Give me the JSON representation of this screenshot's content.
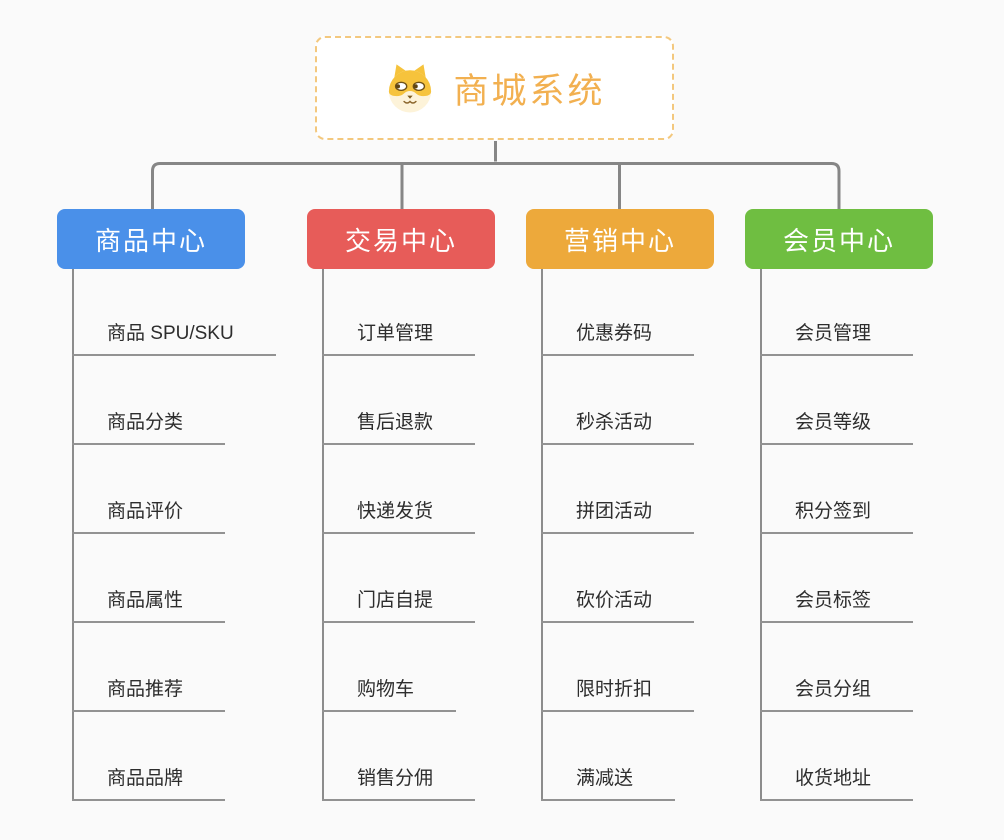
{
  "root": {
    "title": "商城系统",
    "icon": "dog-face-icon"
  },
  "branches": [
    {
      "label": "商品中心",
      "color": "#4a90e9",
      "children": [
        "商品 SPU/SKU",
        "商品分类",
        "商品评价",
        "商品属性",
        "商品推荐",
        "商品品牌"
      ]
    },
    {
      "label": "交易中心",
      "color": "#e75c59",
      "children": [
        "订单管理",
        "售后退款",
        "快递发货",
        "门店自提",
        "购物车",
        "销售分佣"
      ]
    },
    {
      "label": "营销中心",
      "color": "#eda93b",
      "children": [
        "优惠券码",
        "秒杀活动",
        "拼团活动",
        "砍价活动",
        "限时折扣",
        "满减送"
      ]
    },
    {
      "label": "会员中心",
      "color": "#6fbe41",
      "children": [
        "会员管理",
        "会员等级",
        "积分签到",
        "会员标签",
        "会员分组",
        "收货地址"
      ]
    }
  ],
  "palette": {
    "background": "#fafafa",
    "connector_line": "#868686",
    "leaf_underline": "#929292",
    "leaf_text": "#2d2d2d",
    "root_border": "#f3c87e",
    "root_text": "#f2b050",
    "header_text": "#ffffff"
  }
}
